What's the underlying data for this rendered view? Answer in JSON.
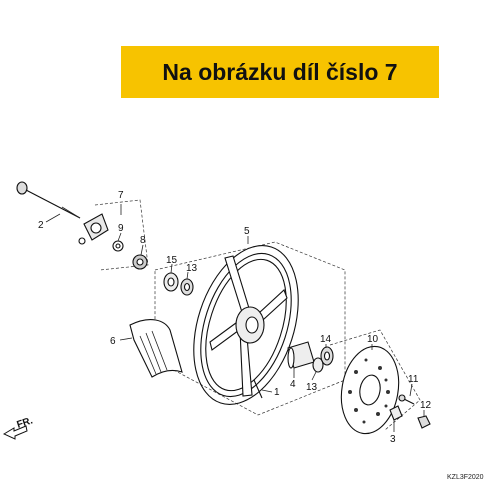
{
  "banner": {
    "text": "Na obrázku díl číslo 7",
    "color": "#f7c300"
  },
  "callouts": {
    "n1": "1",
    "n2": "2",
    "n3": "3",
    "n4": "4",
    "n5": "5",
    "n6": "6",
    "n7": "7",
    "n8": "8",
    "n9": "9",
    "n10": "10",
    "n11": "11",
    "n12": "12",
    "n13a": "13",
    "n13b": "13",
    "n14": "14",
    "n15": "15"
  },
  "front_marker": "FR.",
  "diagram_code": "KZL3F2020"
}
